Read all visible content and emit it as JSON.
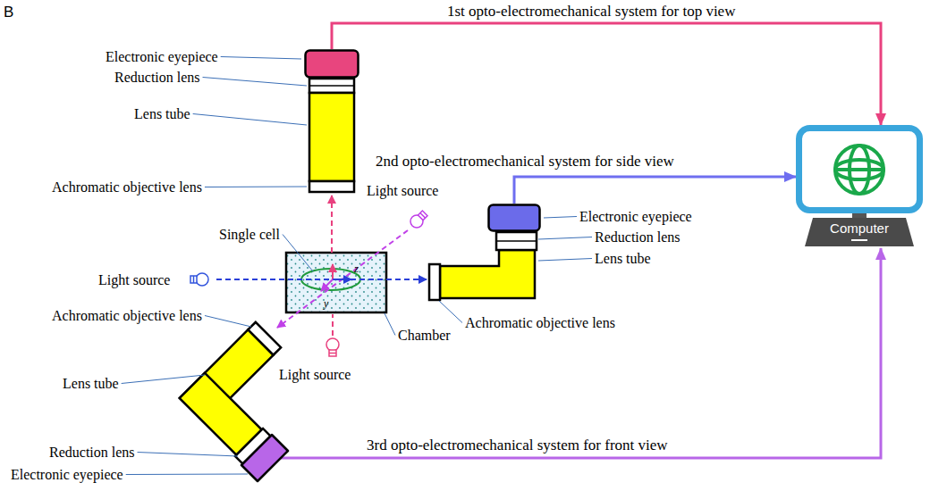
{
  "diagram": {
    "nodes": [
      {
        "text": [
          "Electronic eyepiece"
        ]
      },
      {
        "text": [
          "Electronic eyepiece"
        ]
      },
      {
        "text": [
          "Computer"
        ]
      },
      {
        "text": [
          "Electronic eyepiece"
        ]
      }
    ],
    "edges": [
      {
        "from": 0,
        "to": 2,
        "arrow": "to",
        "label": "1st opto-electromechanical system for top view"
      },
      {
        "from": 1,
        "to": 2,
        "arrow": "to",
        "label": "2nd opto-electromechanical system for side view"
      },
      {
        "from": 3,
        "to": 2,
        "arrow": "to",
        "label": "3rd opto-electromechanical system for front view"
      }
    ],
    "labels": [
      "B",
      "Reduction lens",
      "Lens tube",
      "Achromatic objective lens",
      "Light source",
      "Single cell",
      "Light source",
      "Reduction lens",
      "Lens tube",
      "z",
      "y",
      "Chamber",
      "Achromatic objective lens",
      "Achromatic objective lens",
      "Light source",
      "Lens tube",
      "Reduction lens"
    ]
  }
}
